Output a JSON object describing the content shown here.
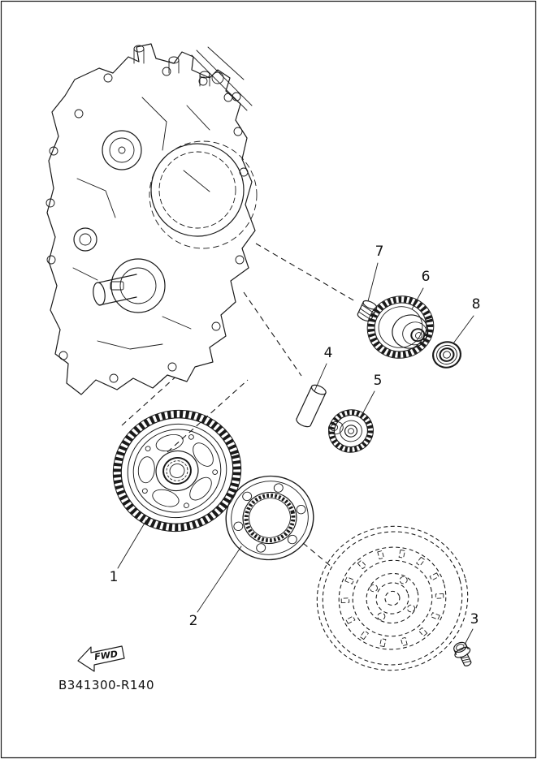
{
  "colors": {
    "line": "#1a1a1a",
    "background": "#ffffff"
  },
  "labels": {
    "code": "B341300-R140",
    "fwd": "FWD"
  },
  "callouts": {
    "c1": "1",
    "c2": "2",
    "c3": "3",
    "c4": "4",
    "c5": "5",
    "c6": "6",
    "c7": "7",
    "c8": "8"
  }
}
